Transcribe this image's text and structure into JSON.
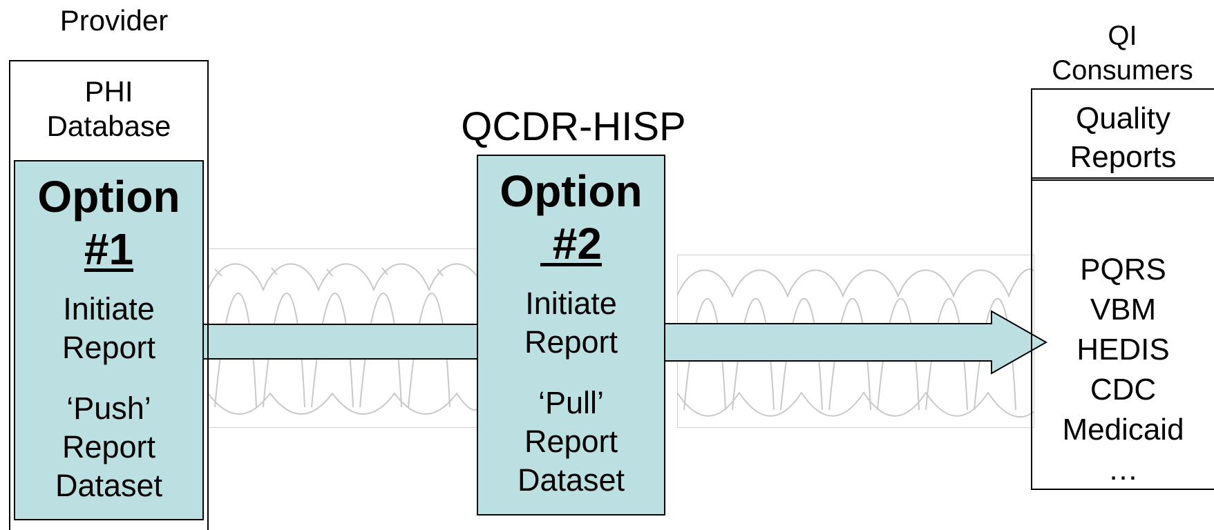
{
  "provider": {
    "label": "Provider",
    "database_label_1": "PHI",
    "database_label_2": "Database",
    "option": {
      "title": "Option",
      "number": "#1",
      "step1_line1": "Initiate",
      "step1_line2": "Report",
      "step2_line1": "‘Push’",
      "step2_line2": "Report",
      "step2_line3": "Dataset"
    }
  },
  "hisp": {
    "label": "QCDR-HISP",
    "option": {
      "title": "Option",
      "number": " #2",
      "step1_line1": "Initiate",
      "step1_line2": "Report",
      "step2_line1": "‘Pull’",
      "step2_line2": "Report",
      "step2_line3": "Dataset"
    }
  },
  "consumers": {
    "label_1": "QI",
    "label_2": "Consumers",
    "reports_1": "Quality",
    "reports_2": "Reports",
    "programs": [
      "PQRS",
      "VBM",
      "HEDIS",
      "CDC",
      "Medicaid",
      "…"
    ]
  },
  "colors": {
    "box_fill": "#bcdfe2",
    "border": "#000000",
    "wire": "#c8c8c8"
  },
  "icons": [
    "barbed-wire-icon",
    "arrow-right-icon"
  ]
}
